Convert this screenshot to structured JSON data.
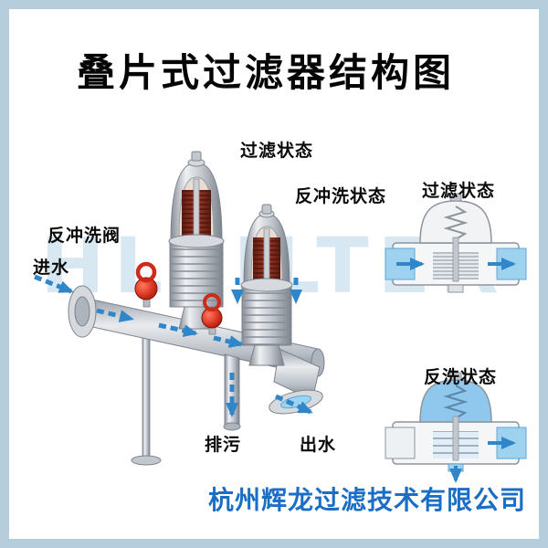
{
  "page": {
    "title": "叠片式过滤器结构图",
    "watermark": "HLFILTER",
    "company": "杭州辉龙过滤技术有限公司"
  },
  "labels": {
    "filter_state_main": "过滤状态",
    "backwash_state_main": "反冲洗状态",
    "backwash_valve": "反冲洗阀",
    "inlet": "进水",
    "filter_state_detail": "过滤状态",
    "backwash_state_detail": "反洗状态",
    "drain": "排污",
    "outlet": "出水"
  },
  "colors": {
    "frame_border": "#b6cddd",
    "flow_blue": "#2f86c8",
    "port_blue": "#9fd2ef",
    "disc_red": "#8c2a1e",
    "valve_red": "#cf2a18",
    "company_blue": "#1b6ec5",
    "watermark_blue": "#a8cbe5"
  }
}
